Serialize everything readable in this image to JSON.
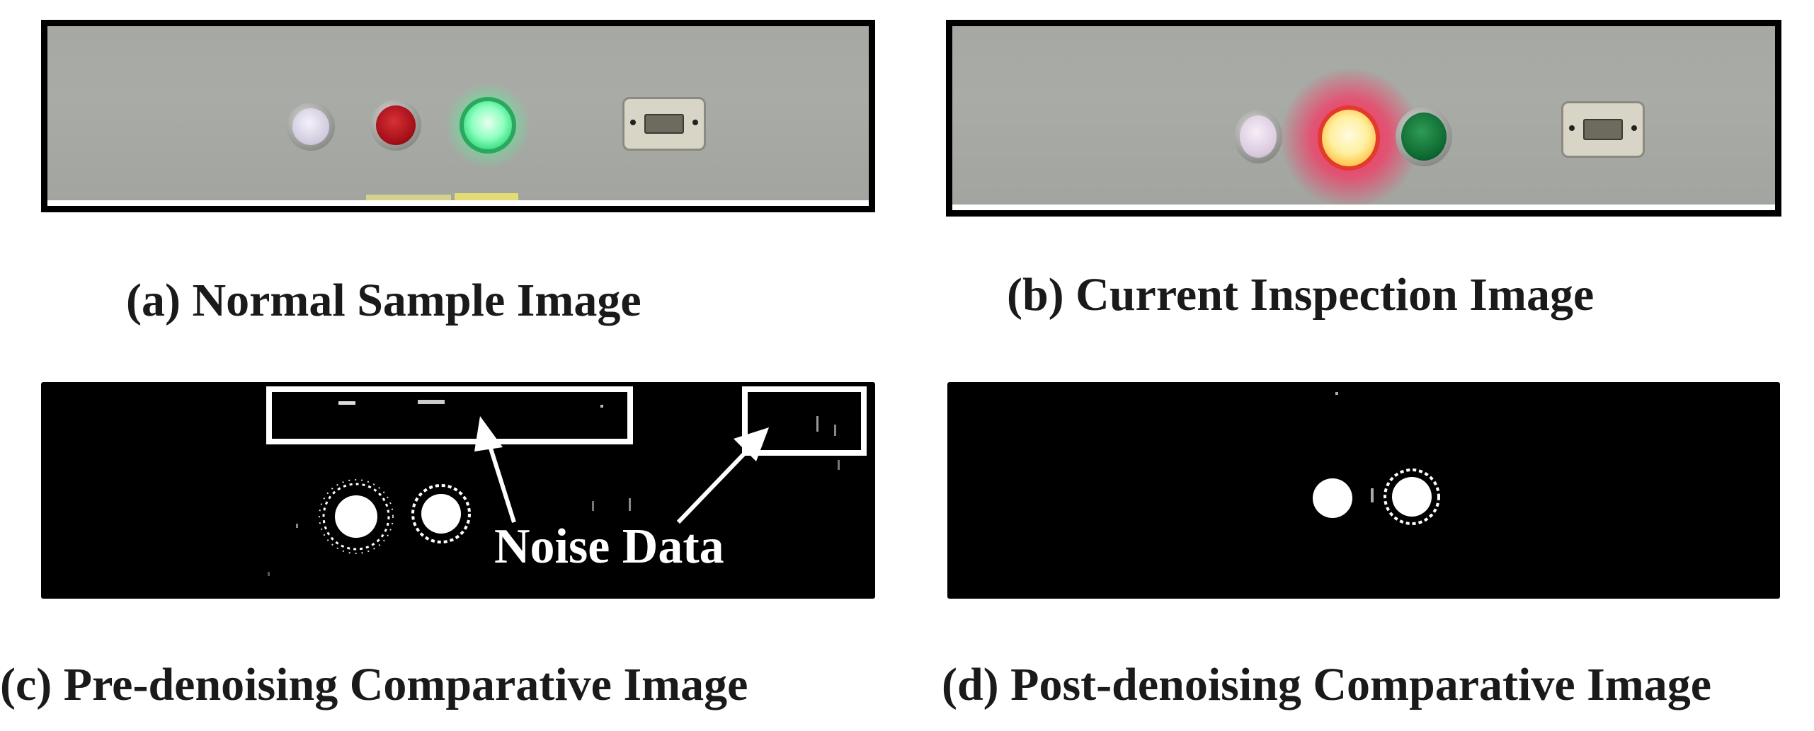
{
  "panels": {
    "a": {
      "caption": "(a) Normal Sample Image"
    },
    "b": {
      "caption": "(b) Current Inspection Image"
    },
    "c": {
      "caption": "(c) Pre-denoising Comparative Image",
      "annotation": "Noise Data"
    },
    "d": {
      "caption": "(d) Post-denoising Comparative Image"
    }
  },
  "colors": {
    "panel_background": "#a8aaa5",
    "mask_background": "#000000",
    "lamp_white": "#e6e2ee",
    "lamp_red": "#b3131c",
    "lamp_green_lit": "#3dff8a",
    "lamp_yellow_lit": "#fff2a8",
    "lamp_red_glow": "#ff2a55",
    "lamp_green_unlit": "#0f6a32"
  }
}
